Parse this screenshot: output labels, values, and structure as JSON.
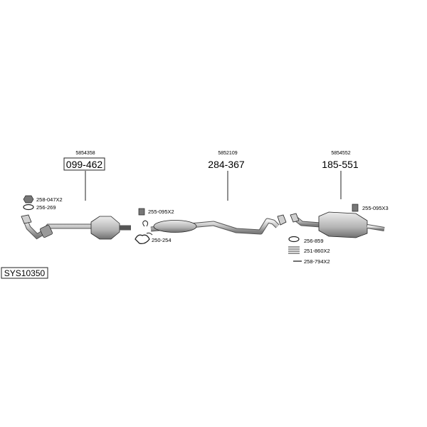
{
  "system_code": "SYS10350",
  "assemblies": [
    {
      "oem": "5854358",
      "part": "099-462",
      "boxed": true
    },
    {
      "oem": "5852109",
      "part": "284-367",
      "boxed": false
    },
    {
      "oem": "5854552",
      "part": "185-551",
      "boxed": false
    }
  ],
  "fittings": {
    "clamp_front": "258-047X2",
    "gasket_front": "256-269",
    "clamp_middle": "255-095X2",
    "hanger_middle": "250-254",
    "clamp_rear": "255-095X3",
    "gasket_rear": "256-859",
    "spring_rear": "251-860X2",
    "bolt_rear": "258-794X2"
  },
  "colors": {
    "line": "#222222",
    "part_fill": "#d9d9d9",
    "part_dark": "#9a9a9a"
  }
}
